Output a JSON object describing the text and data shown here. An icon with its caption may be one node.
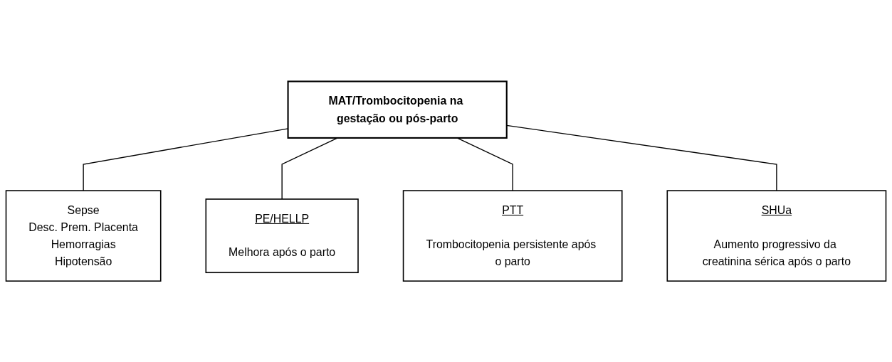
{
  "diagram": {
    "nodes": [
      {
        "text": [
          "MAT/Trombocitopenia na gestação ou pós-parto"
        ]
      },
      {
        "text": [
          "Sepse",
          "Desc. Prem. Placenta",
          "Hemorragias",
          "Hipotensão"
        ]
      },
      {
        "text": [
          "PE/HELLP",
          "Melhora após o parto"
        ]
      },
      {
        "text": [
          "PTT",
          "Trombocitopenia persistente após o parto"
        ]
      },
      {
        "text": [
          "SHUa",
          "Aumento progressivo da creatinina sérica após o parto"
        ]
      }
    ],
    "edges": [
      {
        "from": 0,
        "to": 1,
        "arrow": "none"
      },
      {
        "from": 0,
        "to": 2,
        "arrow": "none"
      },
      {
        "from": 0,
        "to": 3,
        "arrow": "none"
      },
      {
        "from": 0,
        "to": 4,
        "arrow": "none"
      }
    ]
  }
}
